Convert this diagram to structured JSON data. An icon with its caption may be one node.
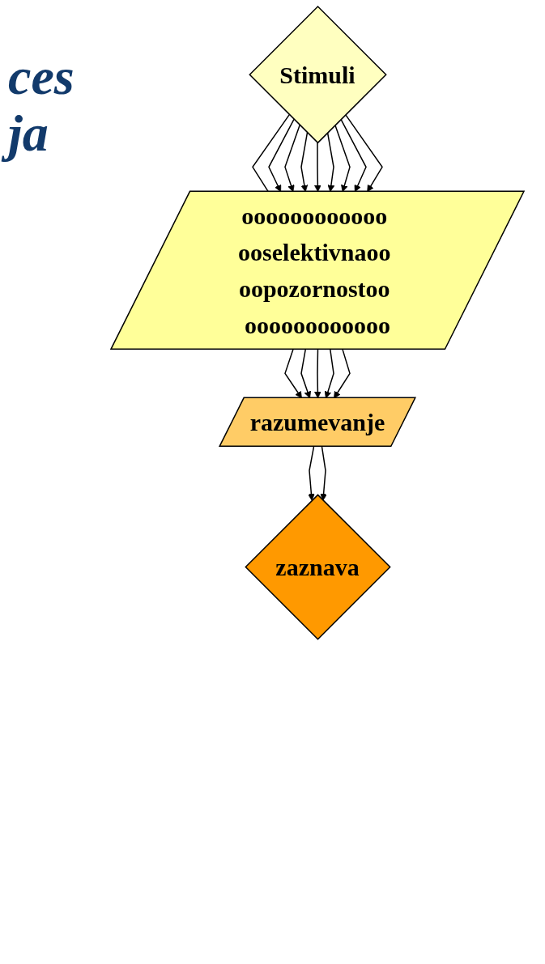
{
  "diagram": {
    "nodes": [
      {
        "text": [
          "Stimuli"
        ]
      },
      {
        "text": [
          "oooooooooooo ooselektivnaoo oopozornostoo oooooooooooo"
        ]
      },
      {
        "text": [
          "razumevanje"
        ]
      },
      {
        "text": [
          "zaznava"
        ]
      }
    ],
    "edges": [
      {
        "from": 0,
        "to": 1,
        "arrow": "none"
      },
      {
        "from": 0,
        "to": 1,
        "arrow": "to"
      },
      {
        "from": 0,
        "to": 1,
        "arrow": "to"
      },
      {
        "from": 0,
        "to": 1,
        "arrow": "to"
      },
      {
        "from": 0,
        "to": 1,
        "arrow": "to"
      },
      {
        "from": 0,
        "to": 1,
        "arrow": "to"
      },
      {
        "from": 0,
        "to": 1,
        "arrow": "to"
      },
      {
        "from": 0,
        "to": 1,
        "arrow": "to"
      },
      {
        "from": 0,
        "to": 1,
        "arrow": "to"
      },
      {
        "from": 1,
        "to": 2,
        "arrow": "to"
      },
      {
        "from": 1,
        "to": 2,
        "arrow": "to"
      },
      {
        "from": 1,
        "to": 2,
        "arrow": "to"
      },
      {
        "from": 1,
        "to": 2,
        "arrow": "to"
      },
      {
        "from": 1,
        "to": 2,
        "arrow": "to"
      },
      {
        "from": 2,
        "to": 3,
        "arrow": "to"
      },
      {
        "from": 2,
        "to": 3,
        "arrow": "to"
      }
    ],
    "labels": [
      "ces",
      "ja"
    ]
  }
}
